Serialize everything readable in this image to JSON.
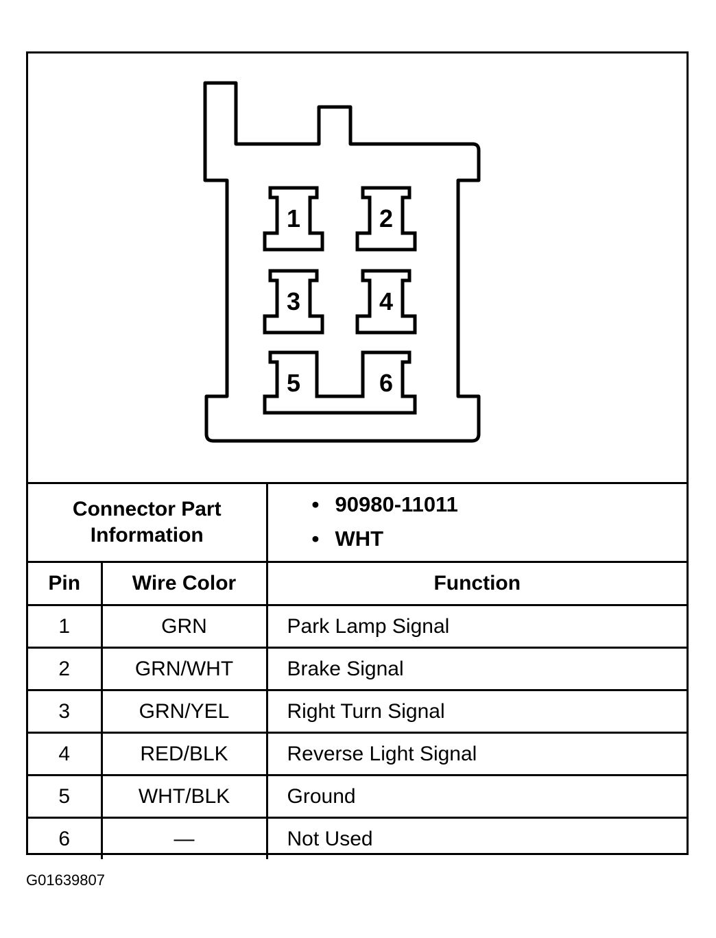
{
  "connector": {
    "pins": [
      "1",
      "2",
      "3",
      "4",
      "5",
      "6"
    ]
  },
  "part_info": {
    "label_line1": "Connector Part",
    "label_line2": "Information",
    "values": [
      "90980-11011",
      "WHT"
    ],
    "bullet": "•"
  },
  "table": {
    "headers": {
      "pin": "Pin",
      "wire_color": "Wire Color",
      "function": "Function"
    },
    "rows": [
      {
        "pin": "1",
        "wire_color": "GRN",
        "function": "Park Lamp Signal"
      },
      {
        "pin": "2",
        "wire_color": "GRN/WHT",
        "function": "Brake Signal"
      },
      {
        "pin": "3",
        "wire_color": "GRN/YEL",
        "function": "Right Turn Signal"
      },
      {
        "pin": "4",
        "wire_color": "RED/BLK",
        "function": "Reverse Light Signal"
      },
      {
        "pin": "5",
        "wire_color": "WHT/BLK",
        "function": "Ground"
      },
      {
        "pin": "6",
        "wire_color": "—",
        "function": "Not Used"
      }
    ]
  },
  "figure_id": "G01639807"
}
